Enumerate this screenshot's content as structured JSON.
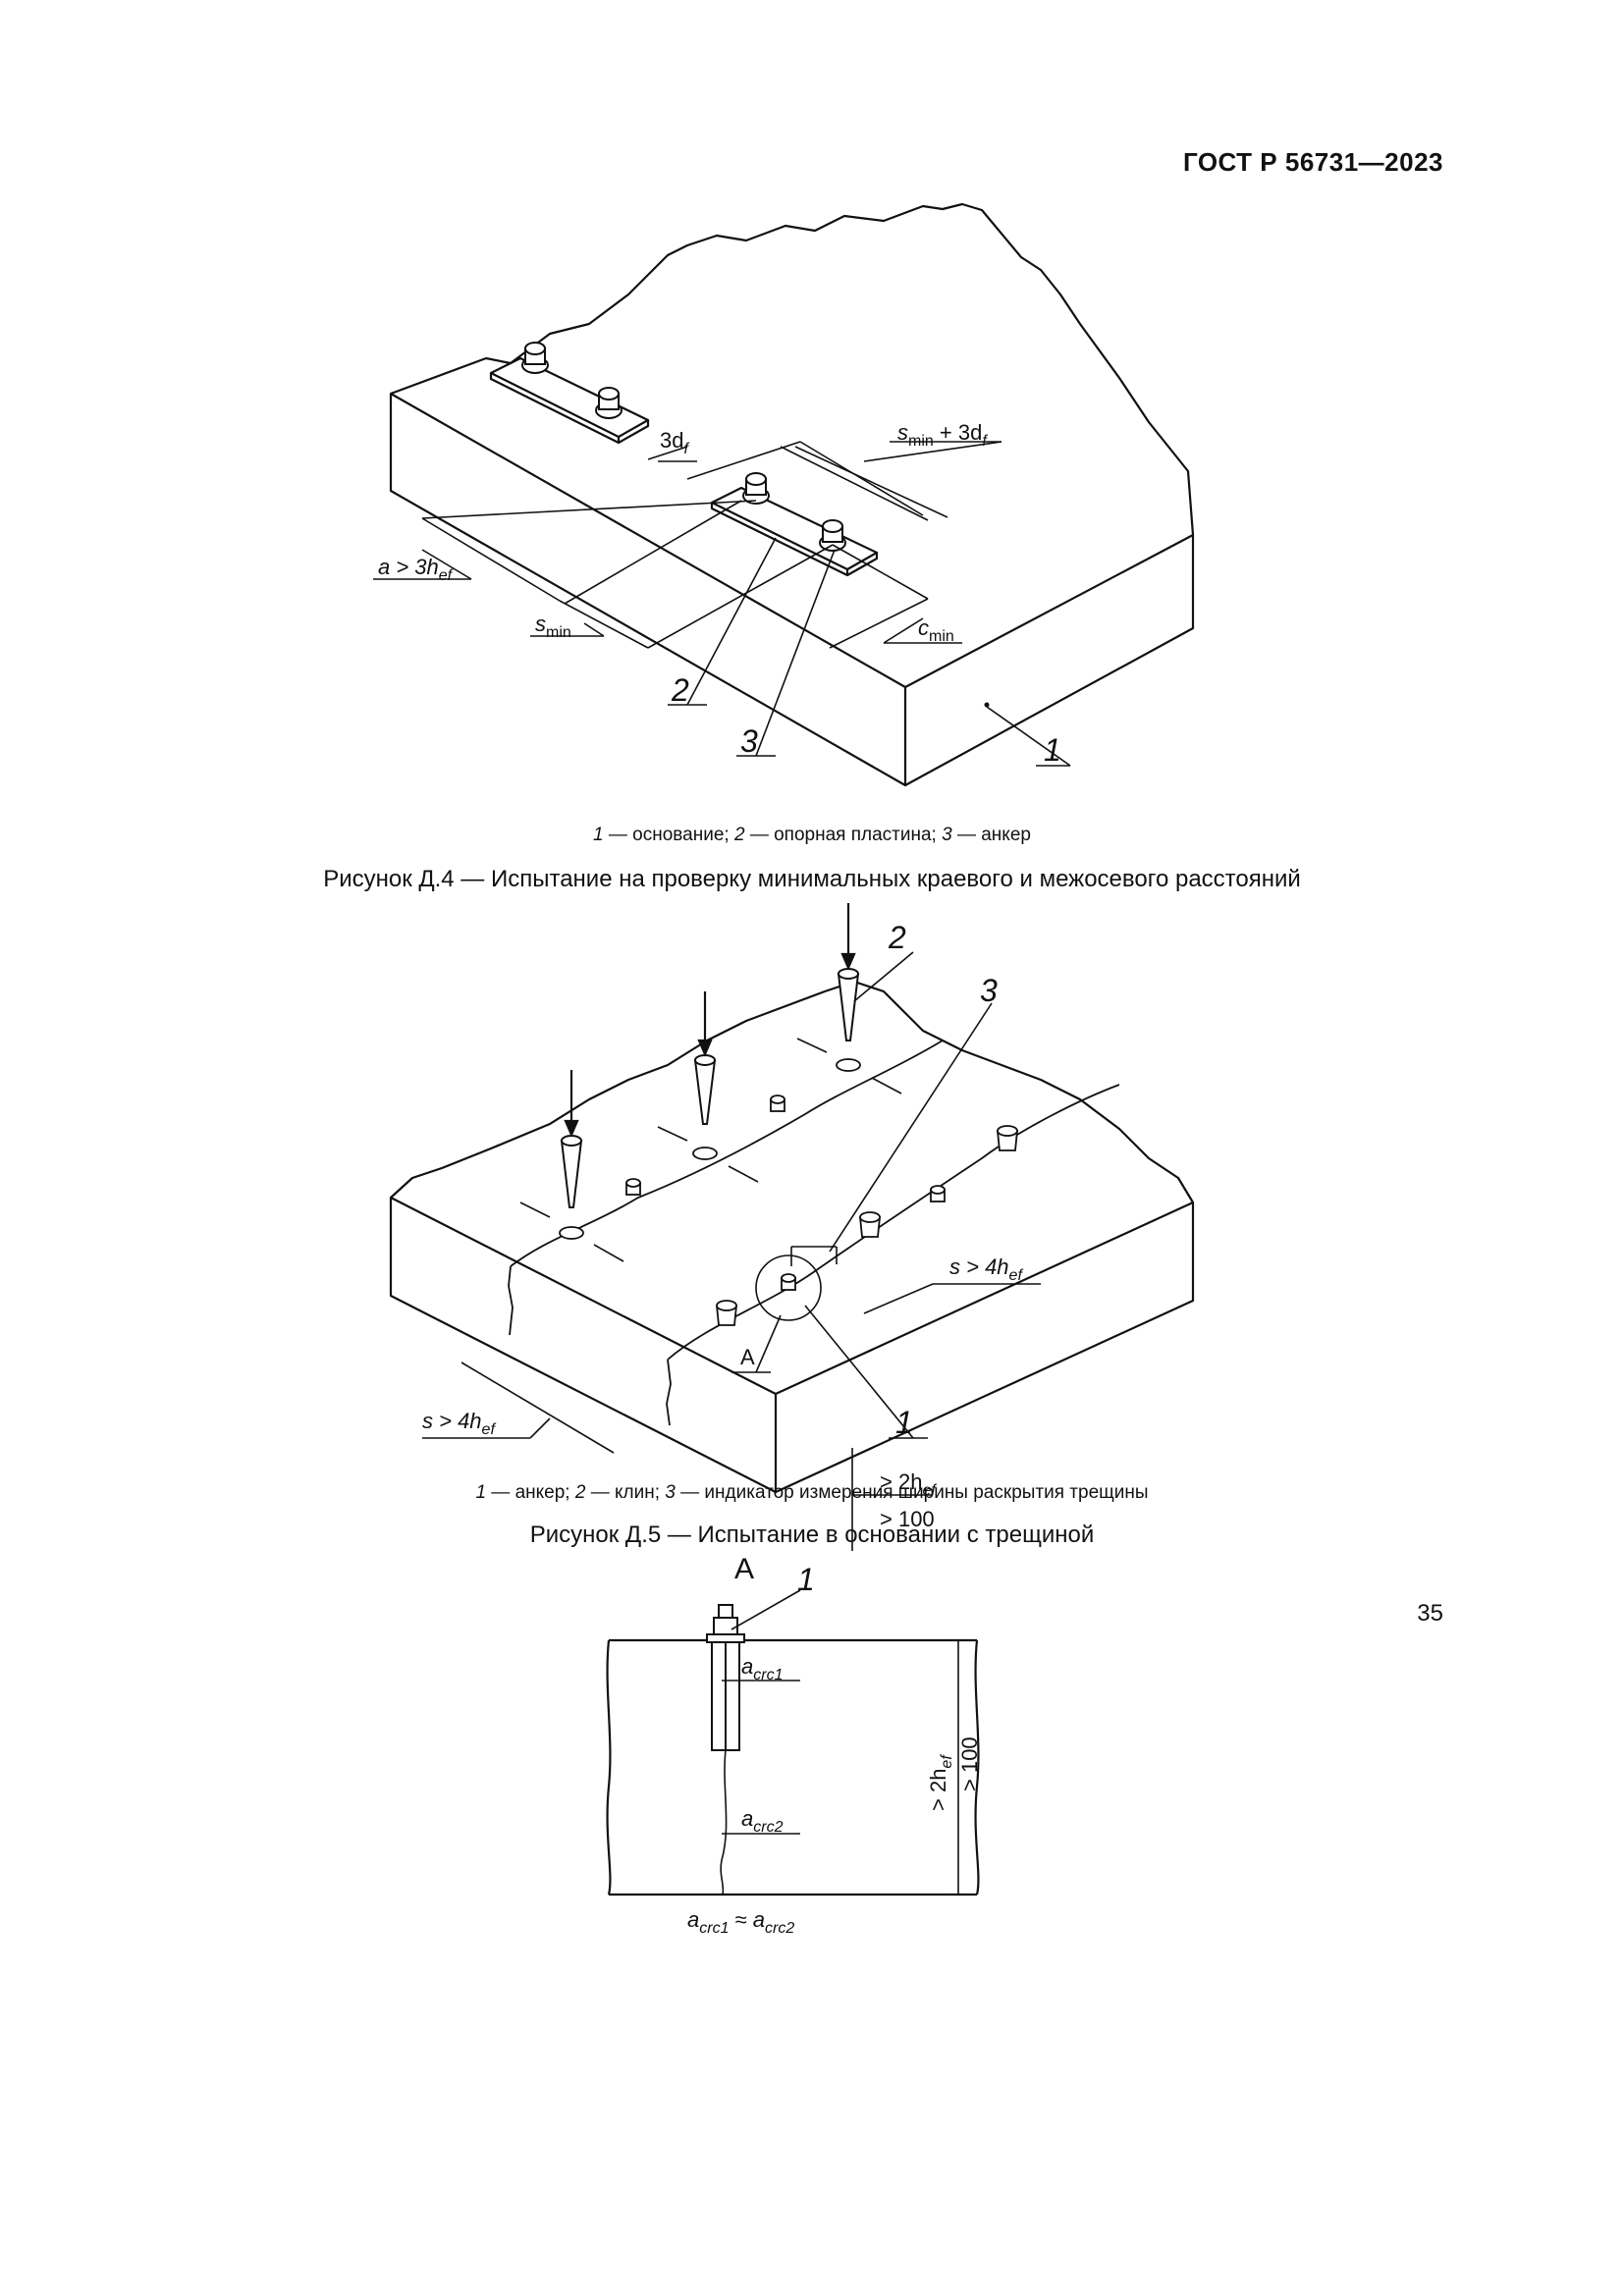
{
  "header": "ГОСТ Р 56731—2023",
  "figure4": {
    "labels": {
      "s_min_3df_main": "s",
      "s_min_3df_sub": "min",
      "s_min_3df_tail": " + 3d",
      "s_min_3df_tail_sub": "f",
      "three_df": "3d",
      "three_df_sub": "f",
      "a_main": "a > 3h",
      "a_sub": "ef",
      "s_min_main": "s",
      "s_min_sub": "min",
      "c_min_main": "c",
      "c_min_sub": "min",
      "n1": "1",
      "n2": "2",
      "n3": "3"
    },
    "legend": [
      {
        "num": "1",
        "text": " — основание; "
      },
      {
        "num": "2",
        "text": " — опорная пластина; "
      },
      {
        "num": "3",
        "text": " — анкер"
      }
    ],
    "caption": "Рисунок Д.4 — Испытание на проверку минимальных краевого и межосевого расстояний"
  },
  "figure5": {
    "labels": {
      "s_right_main": "s > 4h",
      "s_right_sub": "ef",
      "s_left_main": "s > 4h",
      "s_left_sub": "ef",
      "depth_1_main": "> 2h",
      "depth_1_sub": "ef",
      "depth_2": "> 100",
      "detail_A": "A",
      "n1": "1",
      "n2": "2",
      "n3": "3"
    },
    "detail": {
      "title": "A",
      "n1": "1",
      "a_crc1_main": "a",
      "a_crc1_sub": "crc1",
      "a_crc2_main": "a",
      "a_crc2_sub": "crc2",
      "depth_1_main": "> 2h",
      "depth_1_sub": "ef",
      "depth_2": "> 100",
      "relation_a": "a",
      "relation_a_sub1": "crc1",
      "relation_approx": " ≈ ",
      "relation_b": "a",
      "relation_b_sub": "crc2"
    },
    "legend": [
      {
        "num": "1",
        "text": " — анкер; "
      },
      {
        "num": "2",
        "text": " — клин; "
      },
      {
        "num": "3",
        "text": " — индикатор измерения ширины раскрытия трещины"
      }
    ],
    "caption": "Рисунок Д.5 — Испытание в основании с трещиной"
  },
  "page_number": "35"
}
